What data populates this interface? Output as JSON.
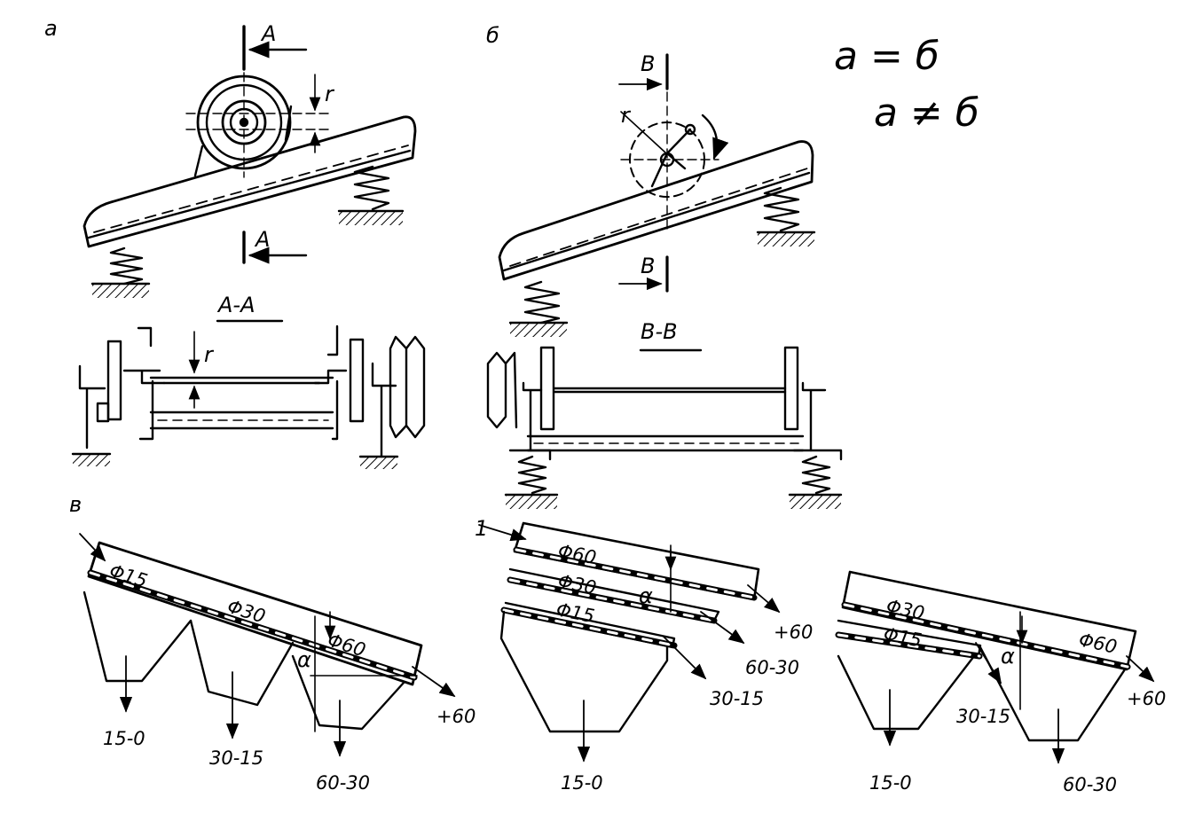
{
  "labels": {
    "panel_a": "а",
    "panel_b": "б",
    "panel_v": "в",
    "note_line1": "а = б",
    "note_line2": "а ≠ б",
    "arrow_A": "А",
    "arrow_B": "В",
    "radius": "r",
    "section_AA": "А-А",
    "section_BB": "В-В",
    "callout_1": "1",
    "alpha": "α"
  },
  "screens_v": {
    "s1": {
      "d1": "Φ15",
      "d2": "Φ30",
      "d3": "Φ60",
      "o1": "15-0",
      "o2": "30-15",
      "o3": "60-30",
      "o4": "+60"
    },
    "s2": {
      "d1": "Φ60",
      "d2": "Φ30",
      "d3": "Φ15",
      "o1": "+60",
      "o2": "60-30",
      "o3": "30-15",
      "o4": "15-0"
    },
    "s3": {
      "d1": "Φ30",
      "d2": "Φ15",
      "d3": "Φ60",
      "o1": "+60",
      "o2": "30-15",
      "o3": "15-0",
      "o4": "60-30"
    }
  }
}
